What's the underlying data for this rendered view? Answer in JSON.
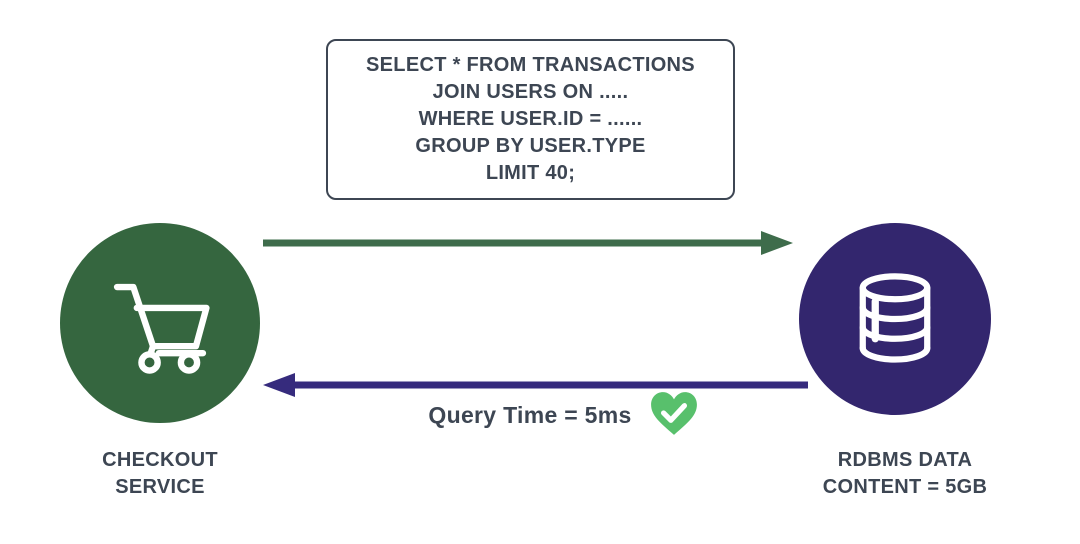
{
  "diagram": {
    "sql_box": {
      "lines": [
        "SELECT * FROM TRANSACTIONS",
        "JOIN USERS ON .....",
        "WHERE USER.ID = ......",
        "GROUP BY USER.TYPE",
        "LIMIT 40;"
      ]
    },
    "checkout": {
      "label": [
        "CHECKOUT",
        "SERVICE"
      ],
      "icon": "shopping-cart-icon"
    },
    "rdbms": {
      "label": [
        "RDBMS DATA",
        "CONTENT = 5GB"
      ],
      "icon": "database-icon"
    },
    "query_time": {
      "label": "Query Time = 5ms",
      "icon": "heart-check-icon"
    },
    "colors": {
      "checkout_circle": "#35663f",
      "rdbms_circle": "#33266e",
      "request_arrow": "#3e6c4b",
      "response_arrow": "#362b7d",
      "heart": "#58c06c",
      "text": "#3d4653"
    }
  }
}
